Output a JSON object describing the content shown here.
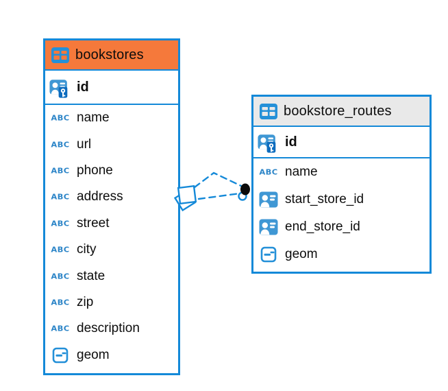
{
  "palette": {
    "accent_blue": "#1489d8",
    "icon_fill_blue": "#3f97d4",
    "icon_dark_blue": "#0d6cbe",
    "abc_text_blue": "#2e86c8",
    "selected_header_orange": "#f5793b",
    "header_gray": "#e9e9e9",
    "text_color": "#0d0d0d",
    "relation_dot_black": "#0b0b0b"
  },
  "icons": {
    "abc_text": "ABC"
  },
  "tables": [
    {
      "name": "bookstores",
      "header_style": "orange-selected",
      "primary_key": {
        "label": "id",
        "icon": "primary-key-id"
      },
      "fields": [
        {
          "label": "name",
          "icon": "text-abc"
        },
        {
          "label": "url",
          "icon": "text-abc"
        },
        {
          "label": "phone",
          "icon": "text-abc"
        },
        {
          "label": "address",
          "icon": "text-abc"
        },
        {
          "label": "street",
          "icon": "text-abc"
        },
        {
          "label": "city",
          "icon": "text-abc"
        },
        {
          "label": "state",
          "icon": "text-abc"
        },
        {
          "label": "zip",
          "icon": "text-abc"
        },
        {
          "label": "description",
          "icon": "text-abc"
        },
        {
          "label": "geom",
          "icon": "geometry"
        }
      ]
    },
    {
      "name": "bookstore_routes",
      "header_style": "gray",
      "primary_key": {
        "label": "id",
        "icon": "primary-key-id"
      },
      "fields": [
        {
          "label": "name",
          "icon": "text-abc"
        },
        {
          "label": "start_store_id",
          "icon": "reference-id"
        },
        {
          "label": "end_store_id",
          "icon": "reference-id"
        },
        {
          "label": "geom",
          "icon": "geometry"
        }
      ]
    }
  ],
  "relationship": {
    "from_table": "bookstores",
    "to_table": "bookstore_routes",
    "line_style": "dashed",
    "source_marker": "stacked-squares",
    "target_marker": "filled-dot"
  }
}
